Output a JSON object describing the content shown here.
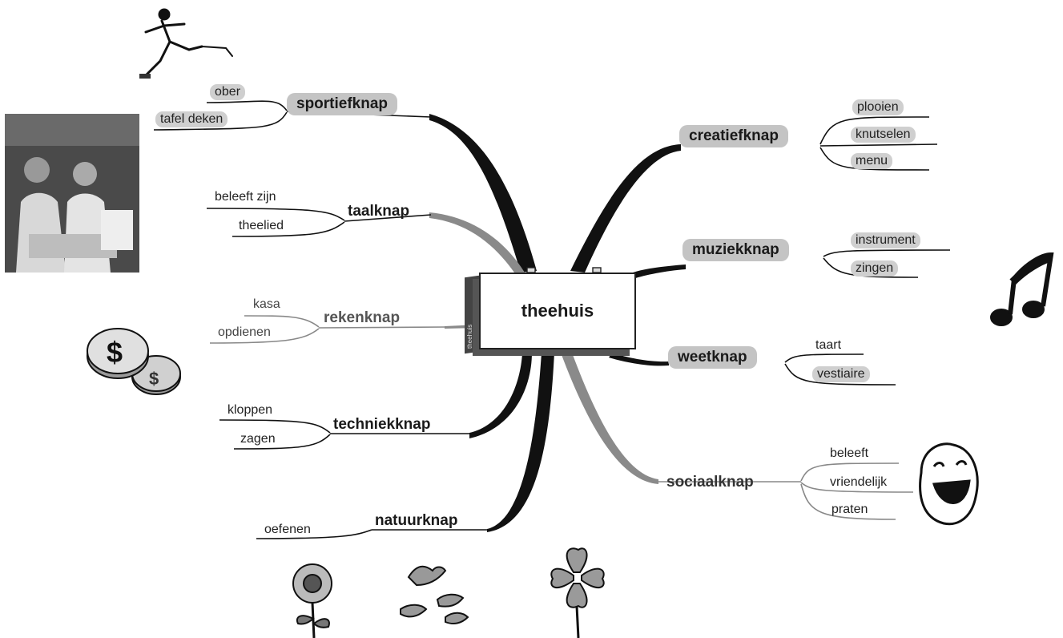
{
  "center": {
    "title": "theehuis",
    "side_text": "theehuis"
  },
  "branches": {
    "sportief": {
      "label": "sportiefknap",
      "leaves": [
        "ober",
        "tafel deken"
      ]
    },
    "taal": {
      "label": "taalknap",
      "leaves": [
        "beleeft zijn",
        "theelied"
      ]
    },
    "reken": {
      "label": "rekenknap",
      "leaves": [
        "kasa",
        "opdienen"
      ]
    },
    "techniek": {
      "label": "techniekknap",
      "leaves": [
        "kloppen",
        "zagen"
      ]
    },
    "natuur": {
      "label": "natuurknap",
      "leaves": [
        "oefenen"
      ]
    },
    "creatief": {
      "label": "creatiefknap",
      "leaves": [
        "plooien",
        "knutselen",
        "menu"
      ]
    },
    "muziek": {
      "label": "muziekknap",
      "leaves": [
        "instrument",
        "zingen"
      ]
    },
    "weet": {
      "label": "weetknap",
      "leaves": [
        "taart",
        "vestiaire"
      ]
    },
    "sociaal": {
      "label": "sociaalknap",
      "leaves": [
        "beleeft",
        "vriendelijk",
        "praten"
      ]
    }
  },
  "colors": {
    "trunk": "#111111",
    "trunk_grey": "#8a8a8a",
    "highlight": "#c4c4c4"
  },
  "icons": [
    "runner-icon",
    "waiters-photo",
    "coins-icon",
    "music-note-icon",
    "laughing-face-icon",
    "flower-icon",
    "birds-icon",
    "four-leaf-clover-icon"
  ]
}
